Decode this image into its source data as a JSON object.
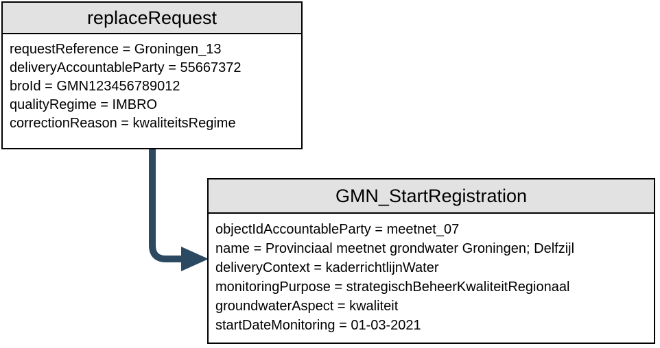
{
  "diagram": {
    "colors": {
      "arrow": "#2b4a62",
      "header_bg": "#e2e2e2",
      "border": "#000000",
      "background": "#ffffff"
    },
    "boxes": [
      {
        "title": "replaceRequest",
        "attributes": [
          "requestReference = Groningen_13",
          "deliveryAccountableParty = 55667372",
          "broId = GMN123456789012",
          "qualityRegime = IMBRO",
          "correctionReason = kwaliteitsRegime"
        ]
      },
      {
        "title": "GMN_StartRegistration",
        "attributes": [
          "objectIdAccountableParty = meetnet_07",
          "name = Provinciaal meetnet grondwater Groningen; Delfzijl",
          "deliveryContext = kaderrichtlijnWater",
          "monitoringPurpose = strategischBeheerKwaliteitRegionaal",
          "groundwaterAspect = kwaliteit",
          "startDateMonitoring = 01-03-2021"
        ]
      }
    ]
  }
}
